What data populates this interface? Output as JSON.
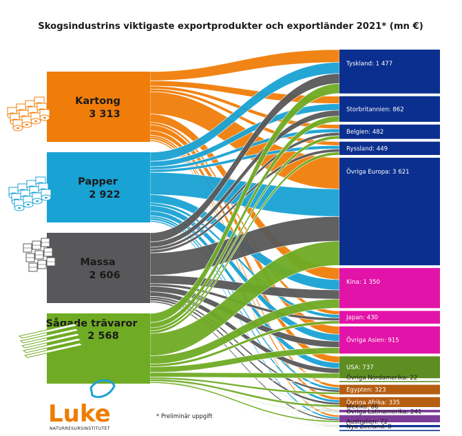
{
  "title": "Skogsindustrins viktigaste exportprodukter och exportländer 2021* (mn €)",
  "note": "* Preliminär uppgift",
  "logo": {
    "name": "Luke",
    "sub": "NATURRESURSINSTITUTET"
  },
  "chart_data": {
    "type": "sankey",
    "sources": [
      {
        "name": "Kartong",
        "value_label": "3 313",
        "value": 3313,
        "color": "#f07d0a"
      },
      {
        "name": "Papper",
        "value_label": "2 922",
        "value": 2922,
        "color": "#19a2d4"
      },
      {
        "name": "Massa",
        "value_label": "2 606",
        "value": 2606,
        "color": "#58585a"
      },
      {
        "name": "Sågade trävaror",
        "value_label": "2 568",
        "value": 2568,
        "color": "#6fab24"
      }
    ],
    "targets": [
      {
        "label": "Tyskland: 1 477",
        "name": "Tyskland",
        "value": 1477,
        "color": "#0b2f8f"
      },
      {
        "label": "Storbritannien: 862",
        "name": "Storbritannien",
        "value": 862,
        "color": "#0b2f8f"
      },
      {
        "label": "Belgien: 482",
        "name": "Belgien",
        "value": 482,
        "color": "#0b2f8f"
      },
      {
        "label": "Ryssland: 449",
        "name": "Ryssland",
        "value": 449,
        "color": "#0b2f8f"
      },
      {
        "label": "Övriga Europa: 3 621",
        "name": "Övriga Europa",
        "value": 3621,
        "color": "#0b2f8f"
      },
      {
        "label": "Kina: 1 350",
        "name": "Kina",
        "value": 1350,
        "color": "#e213a8"
      },
      {
        "label": "Japan: 430",
        "name": "Japan",
        "value": 430,
        "color": "#e213a8"
      },
      {
        "label": "Övriga Asien: 915",
        "name": "Övriga Asien",
        "value": 915,
        "color": "#e213a8"
      },
      {
        "label": "USA: 737",
        "name": "USA",
        "value": 737,
        "color": "#5e8d21"
      },
      {
        "label": "Övriga Nordamerika: 22",
        "name": "Övriga Nordamerika",
        "value": 22,
        "color": "#5e8d21"
      },
      {
        "label": "Egypten: 323",
        "name": "Egypten",
        "value": 323,
        "color": "#b55e12"
      },
      {
        "label": "Övriga Afrika: 335",
        "name": "Övriga Afrika",
        "value": 335,
        "color": "#b55e12"
      },
      {
        "label": "Mexiko: 86",
        "name": "Mexiko",
        "value": 86,
        "color": "#7c3c98"
      },
      {
        "label": "Övriga Latinamerika: 241",
        "name": "Övriga Latinamerika",
        "value": 241,
        "color": "#7c3c98"
      },
      {
        "label": "Australien: 72",
        "name": "Australien",
        "value": 72,
        "color": "#0b2f8f"
      },
      {
        "label": "Nya Zeeland: 8",
        "name": "Nya Zeeland",
        "value": 8,
        "color": "#0b2f8f"
      }
    ]
  }
}
